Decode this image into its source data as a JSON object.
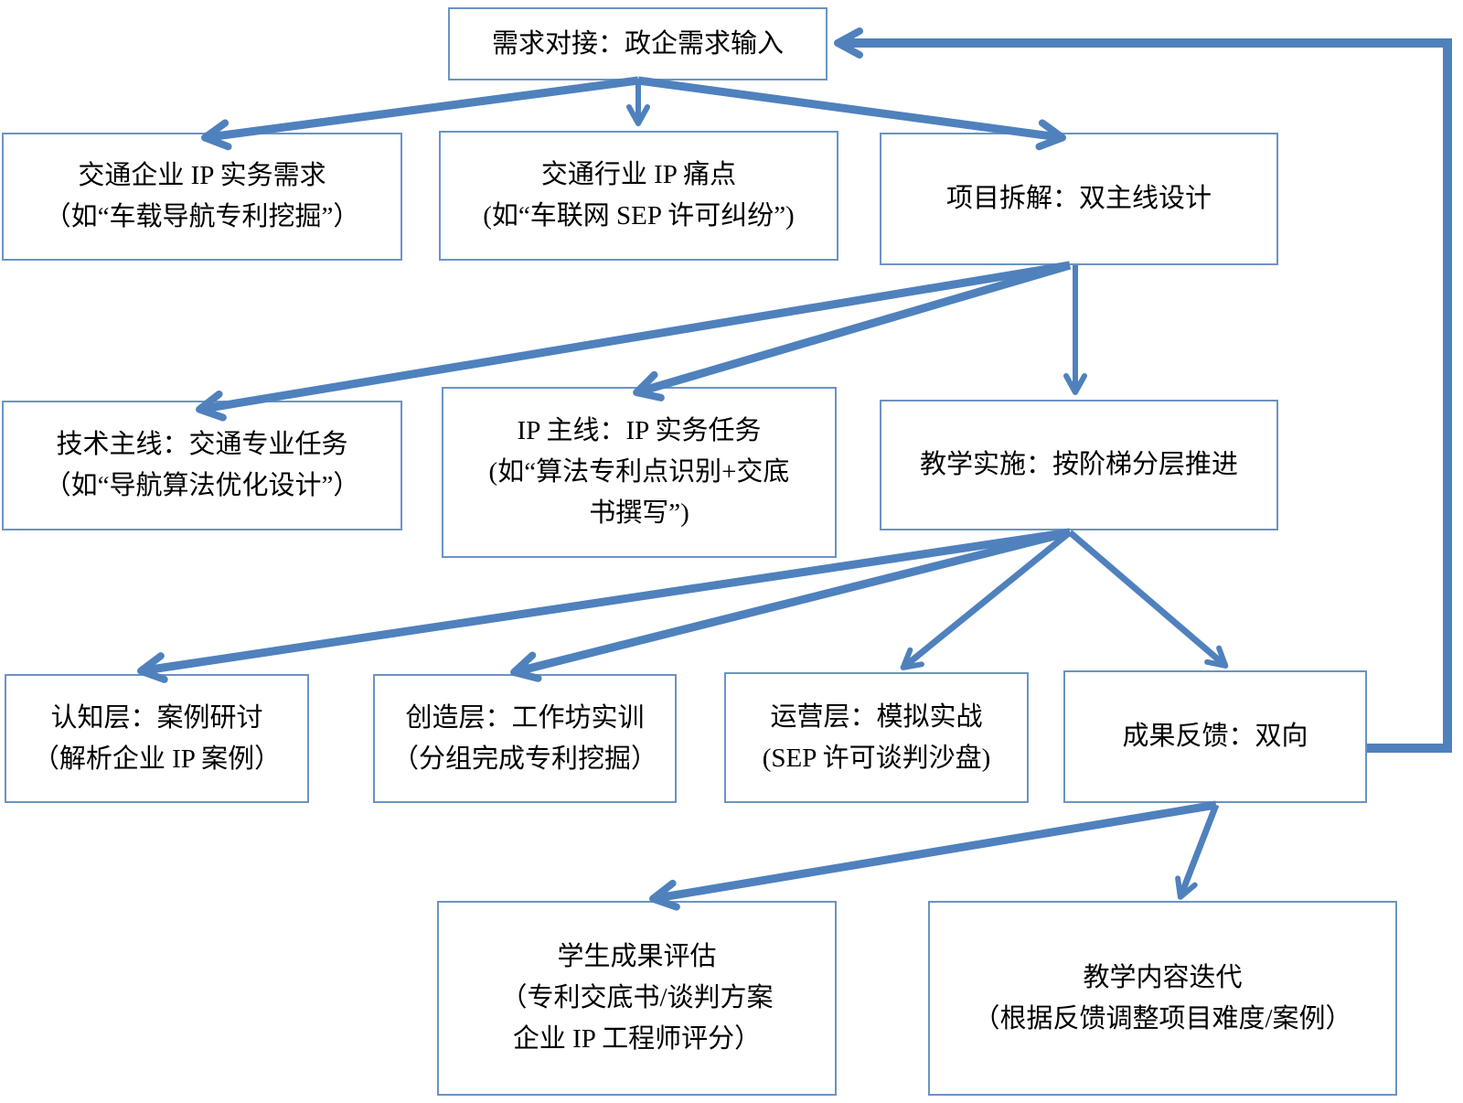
{
  "diagram": {
    "background": "#ffffff",
    "arrow_color": "#4f81bd",
    "box_border_color": "#6b93c4",
    "text_color": "#000000",
    "nodes": {
      "demand": {
        "line1": "需求对接：政企需求输入"
      },
      "enterprise_need": {
        "line1": "交通企业 IP 实务需求",
        "line2": "（如“车载导航专利挖掘”）"
      },
      "industry_pain": {
        "line1": "交通行业 IP 痛点",
        "line2": "(如“车联网 SEP 许可纠纷”)"
      },
      "project_split": {
        "line1": "项目拆解：双主线设计"
      },
      "tech_line": {
        "line1": "技术主线：交通专业任务",
        "line2": "（如“导航算法优化设计”）"
      },
      "ip_line": {
        "line1": "IP 主线：IP 实务任务",
        "line2": "(如“算法专利点识别+交底",
        "line3": "书撰写”)"
      },
      "teaching": {
        "line1": "教学实施：按阶梯分层推进"
      },
      "cognition": {
        "line1": "认知层：案例研讨",
        "line2": "（解析企业 IP 案例）"
      },
      "creation": {
        "line1": "创造层：工作坊实训",
        "line2": "（分组完成专利挖掘）"
      },
      "operation": {
        "line1": "运营层：模拟实战",
        "line2": "(SEP 许可谈判沙盘)"
      },
      "feedback": {
        "line1": "成果反馈：双向"
      },
      "student_eval": {
        "line1": "学生成果评估",
        "line2": "（专利交底书/谈判方案",
        "line3": "企业 IP 工程师评分）"
      },
      "content_iter": {
        "line1": "教学内容迭代",
        "line2": "（根据反馈调整项目难度/案例）"
      }
    },
    "edges": [
      {
        "from": "demand",
        "to": "enterprise_need"
      },
      {
        "from": "demand",
        "to": "industry_pain"
      },
      {
        "from": "demand",
        "to": "project_split"
      },
      {
        "from": "project_split",
        "to": "tech_line"
      },
      {
        "from": "project_split",
        "to": "ip_line"
      },
      {
        "from": "project_split",
        "to": "teaching"
      },
      {
        "from": "teaching",
        "to": "cognition"
      },
      {
        "from": "teaching",
        "to": "creation"
      },
      {
        "from": "teaching",
        "to": "operation"
      },
      {
        "from": "teaching",
        "to": "feedback"
      },
      {
        "from": "feedback",
        "to": "student_eval"
      },
      {
        "from": "feedback",
        "to": "content_iter"
      },
      {
        "from": "feedback",
        "to": "demand"
      }
    ]
  }
}
